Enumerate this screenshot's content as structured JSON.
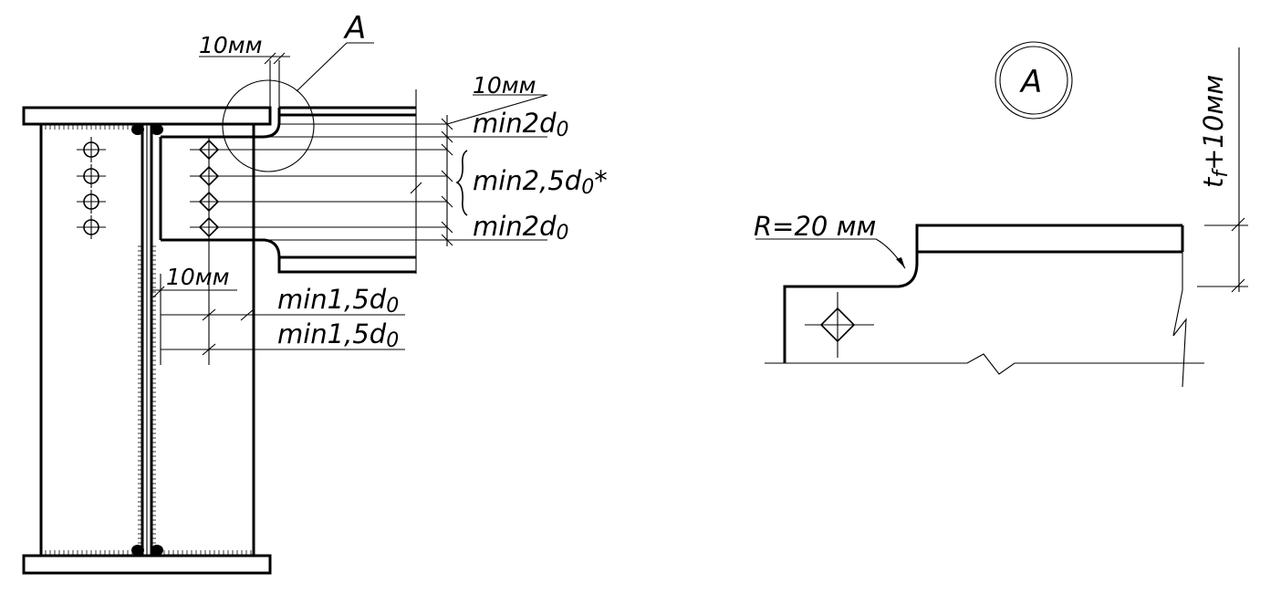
{
  "labels": {
    "detail_marker": "A",
    "top_weld_gap": "10мм",
    "right_gap": "10мм",
    "edge_top": "min2d",
    "edge_mid": "min2,5d",
    "edge_mid_star": "*",
    "edge_bottom": "min2d",
    "subscript_zero": "0",
    "web_gap": "10мм",
    "edge_1": "min1,5d",
    "edge_2": "min1,5d"
  },
  "detail": {
    "circle_label": "A",
    "radius_label": "R=20 мм",
    "height_label_t": "t",
    "height_label_f": "f",
    "height_label_rest": "+10мм"
  }
}
